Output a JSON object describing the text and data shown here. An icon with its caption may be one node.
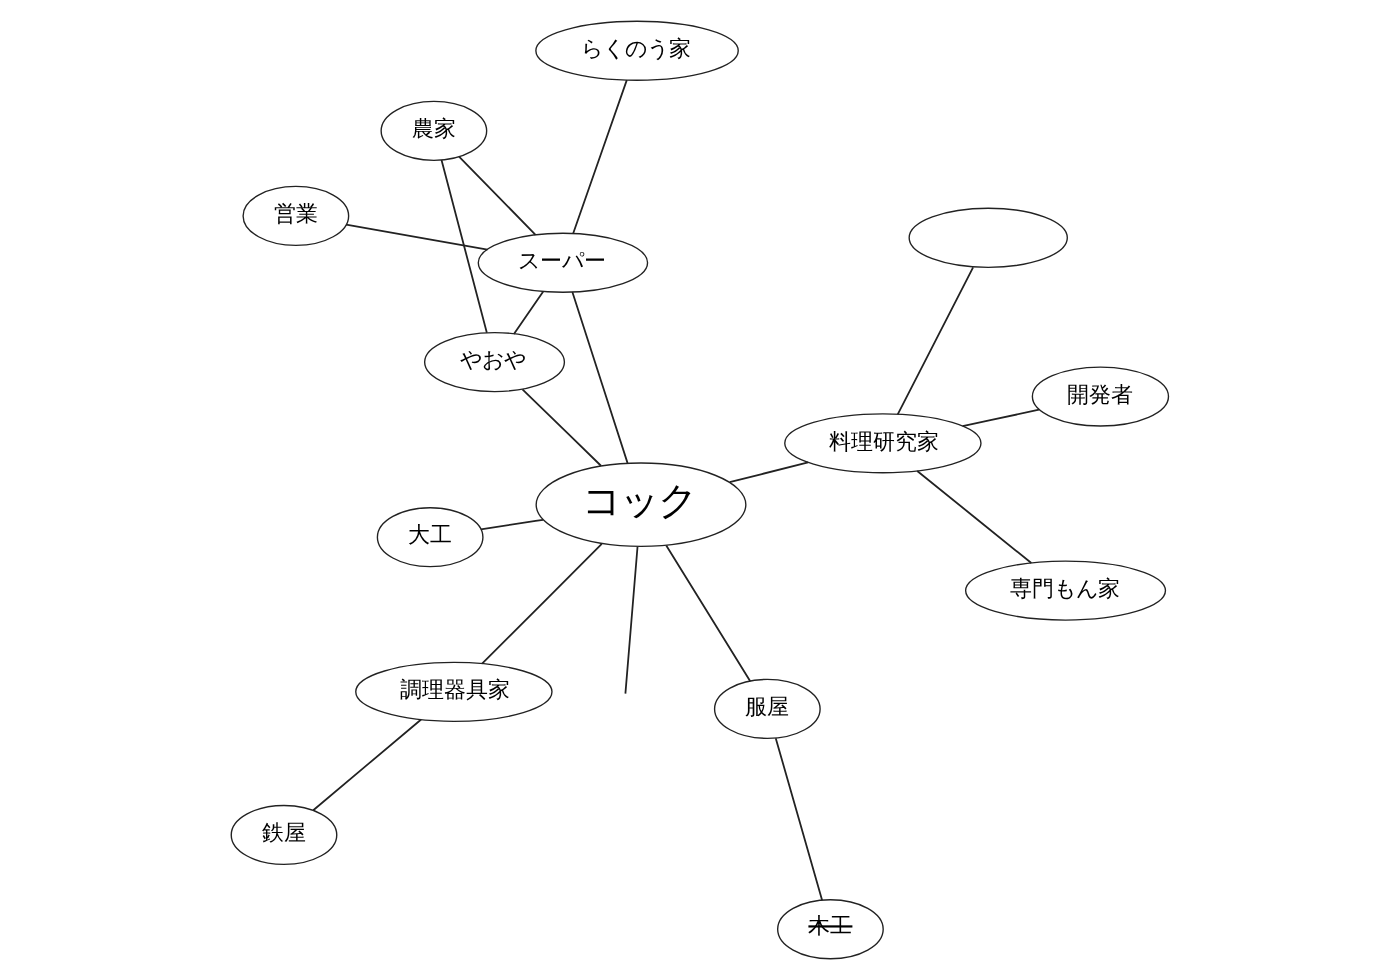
{
  "diagram": {
    "nodes": [
      {
        "text": [
          "鉄屋"
        ]
      },
      {
        "text": [
          "開発者"
        ]
      },
      {
        "text": [
          "調理器具家"
        ]
      },
      {
        "text": [
          "料理研究家"
        ]
      },
      {
        "text": [],
        "shape": "ellipse"
      },
      {
        "text": [
          "大工"
        ]
      },
      {
        "text": [
          "コック"
        ]
      },
      {
        "text": [
          "専門もん家"
        ]
      },
      {
        "text": [
          "服屋"
        ]
      },
      {
        "text": [
          "スーパー"
        ]
      },
      {
        "text": [
          "やおや"
        ]
      },
      {
        "text": [
          "営業"
        ]
      },
      {
        "text": [
          "木工"
        ]
      },
      {
        "text": [
          "らくのう家"
        ]
      },
      {
        "text": [
          "農家"
        ]
      }
    ],
    "edges": [
      {
        "from": 6,
        "to": 2,
        "arrow": "none"
      },
      {
        "from": 2,
        "to": 0,
        "arrow": "none"
      },
      {
        "from": 6,
        "to": 5,
        "arrow": "none"
      },
      {
        "from": 6,
        "to": null,
        "arrow": "none"
      },
      {
        "from": 6,
        "to": 8,
        "arrow": "none"
      },
      {
        "from": 8,
        "to": 12,
        "arrow": "none"
      },
      {
        "from": 6,
        "to": 10,
        "arrow": "none"
      },
      {
        "from": 10,
        "to": 14,
        "arrow": "none"
      },
      {
        "from": 10,
        "to": 9,
        "arrow": "none"
      },
      {
        "from": 6,
        "to": 3,
        "arrow": "none"
      },
      {
        "from": 3,
        "to": 1,
        "arrow": "none"
      },
      {
        "from": 3,
        "to": 4,
        "arrow": "none"
      },
      {
        "from": 3,
        "to": 7,
        "arrow": "none"
      },
      {
        "from": 6,
        "to": 9,
        "arrow": "none"
      },
      {
        "from": 9,
        "to": 13,
        "arrow": "none"
      },
      {
        "from": 9,
        "to": 14,
        "arrow": "none"
      },
      {
        "from": 9,
        "to": 11,
        "arrow": "none"
      }
    ]
  }
}
